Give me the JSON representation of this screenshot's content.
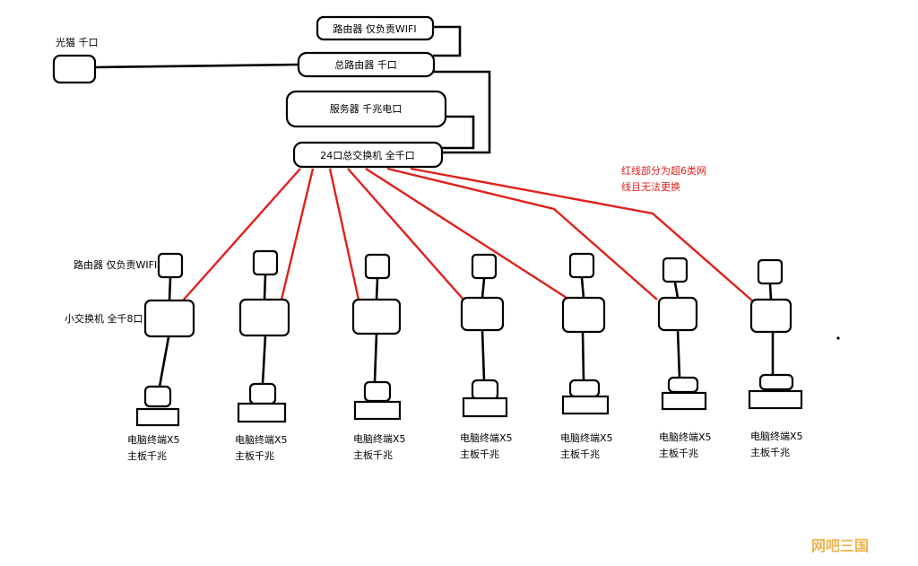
{
  "diagram": {
    "modem_label": "光猫 千口",
    "wifi_router_top_label": "路由器 仅负责WIFI",
    "main_router_label": "总路由器 千口",
    "server_label": "服务器 千兆电口",
    "core_switch_label": "24口总交换机 全千口",
    "red_note_line1": "红线部分为超6类网",
    "red_note_line2": "线且无法更换",
    "branch_router_label": "路由器 仅负责WIFI",
    "small_switch_label": "小交换机 全千8口",
    "terminal_line1": "电脑终端X5",
    "terminal_line2": "主板千兆",
    "branch_count": 7,
    "colors": {
      "red_cable": "#e0201b",
      "black_cable": "#000000",
      "watermark": "#f2b24a"
    },
    "watermark": "网吧三国"
  }
}
